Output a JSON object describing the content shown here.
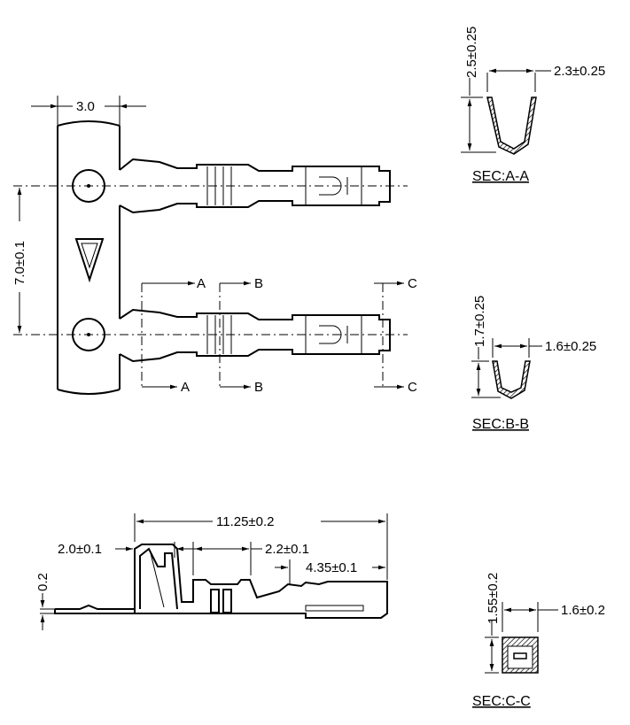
{
  "top_view": {
    "width_dim": "3.0",
    "pitch_dim": "7.0±0.1",
    "section_a_top": "A",
    "section_a_bottom": "A",
    "section_b_top": "B",
    "section_b_bottom": "B",
    "section_c_top": "C",
    "section_c_bottom": "C"
  },
  "side_view": {
    "overall_length": "11.25±0.2",
    "insulation_crimp": "2.0±0.1",
    "wire_crimp": "2.2±0.1",
    "contact_length": "4.35±0.1",
    "thickness": "0.2"
  },
  "sections": {
    "aa": {
      "title": "SEC:A-A",
      "height": "2.5±0.25",
      "width": "2.3±0.25"
    },
    "bb": {
      "title": "SEC:B-B",
      "height": "1.7±0.25",
      "width": "1.6±0.25"
    },
    "cc": {
      "title": "SEC:C-C",
      "height": "1.55±0.2",
      "width": "1.6±0.2"
    }
  }
}
